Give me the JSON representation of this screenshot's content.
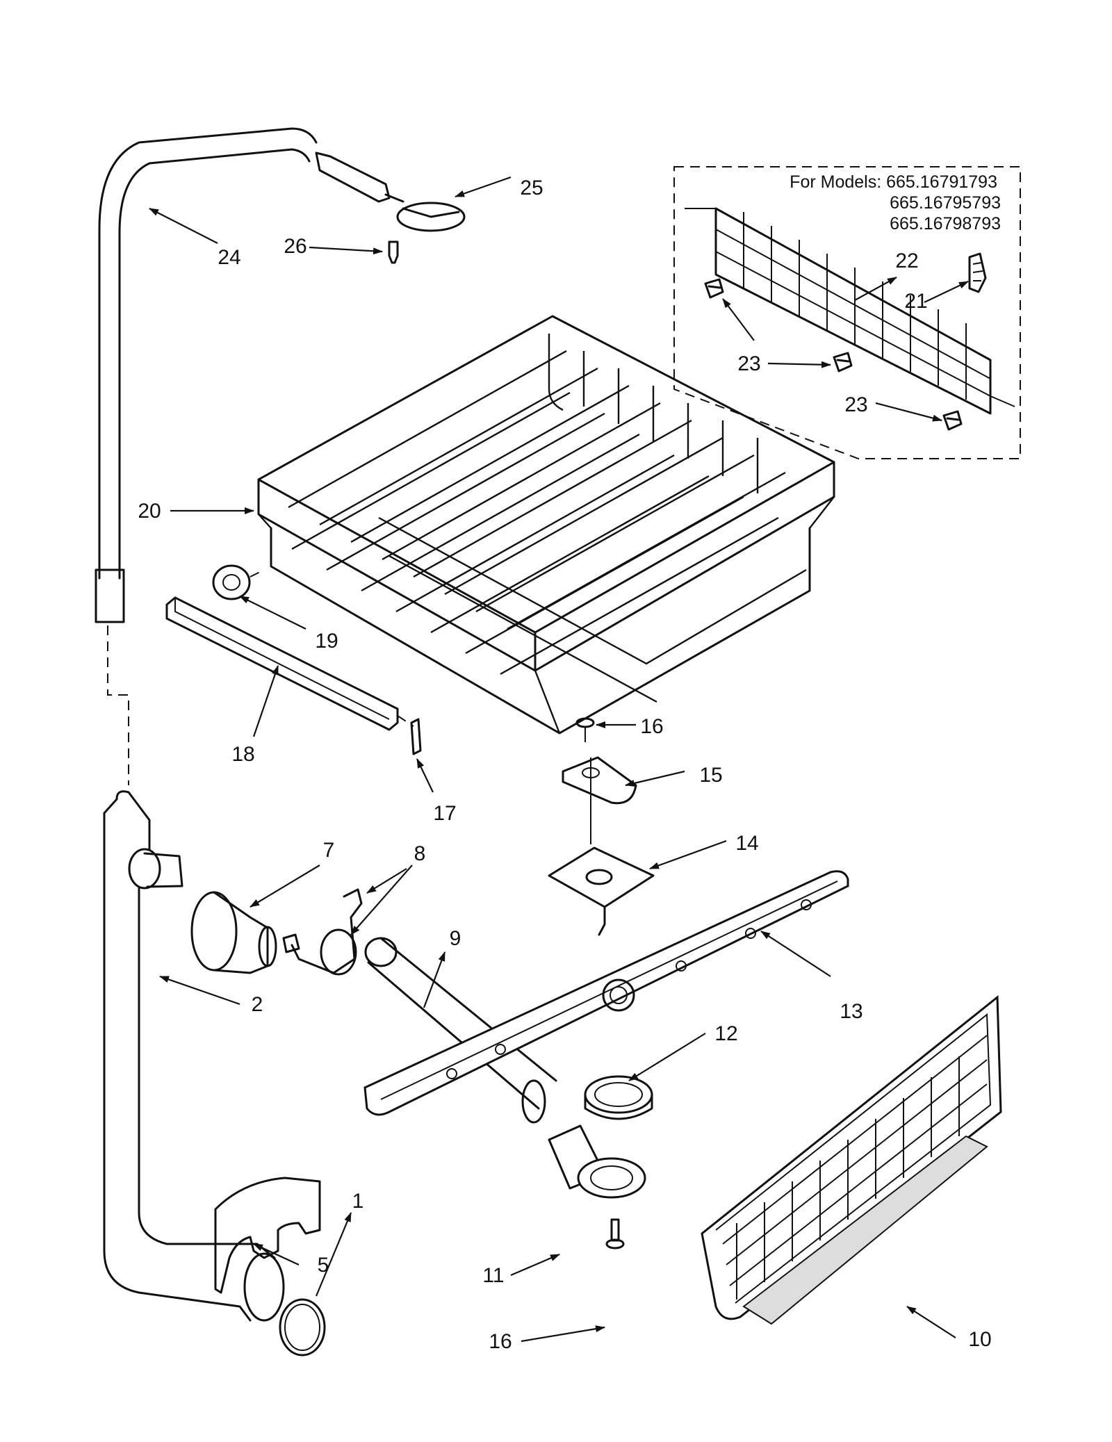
{
  "models_box": {
    "heading": "For Models: 665.16791793",
    "model_2": "665.16795793",
    "model_3": "665.16798793"
  },
  "callouts": {
    "c1": "1",
    "c2": "2",
    "c5": "5",
    "c7": "7",
    "c8": "8",
    "c9": "9",
    "c10": "10",
    "c11": "11",
    "c12": "12",
    "c13": "13",
    "c14": "14",
    "c15": "15",
    "c16a": "16",
    "c16b": "16",
    "c17": "17",
    "c18": "18",
    "c19": "19",
    "c20": "20",
    "c21": "21",
    "c22": "22",
    "c23a": "23",
    "c23b": "23",
    "c23c": "23",
    "c24": "24",
    "c25": "25",
    "c26": "26"
  }
}
